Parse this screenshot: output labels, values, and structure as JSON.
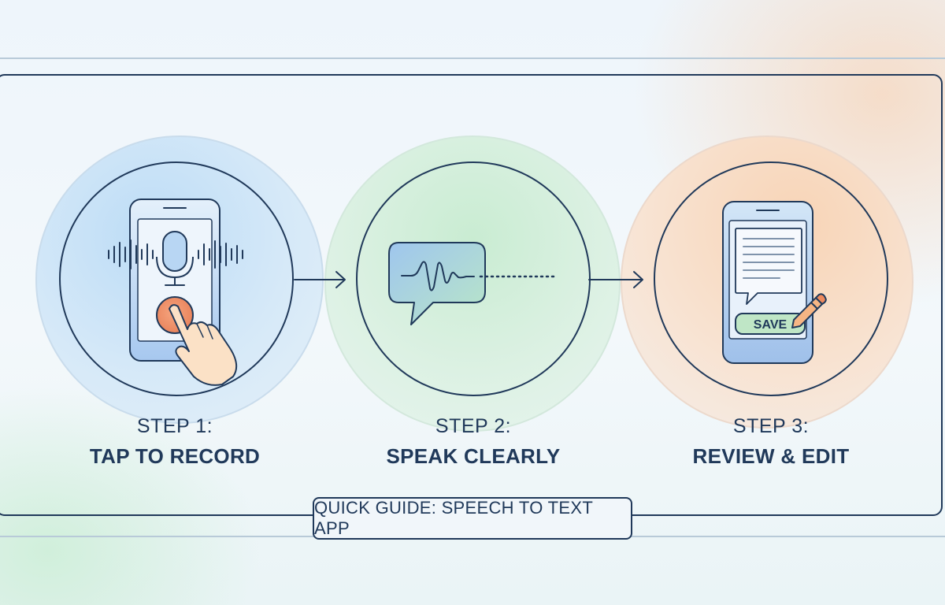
{
  "steps": [
    {
      "number": "STEP 1:",
      "title": "TAP TO RECORD",
      "icon": "phone-microphone-tap-icon",
      "color": "#a9d0f0"
    },
    {
      "number": "STEP 2:",
      "title": "SPEAK CLEARLY",
      "icon": "speech-bubble-waveform-icon",
      "color": "#bfe8c8"
    },
    {
      "number": "STEP 3:",
      "title": "REVIEW & EDIT",
      "icon": "phone-document-save-icon",
      "color": "#f7cfae"
    }
  ],
  "save_label": "SAVE",
  "guide_label": "QUICK GUIDE: SPEECH TO TEXT APP",
  "colors": {
    "outline": "#20395a",
    "accent": "#ee8a5e"
  }
}
